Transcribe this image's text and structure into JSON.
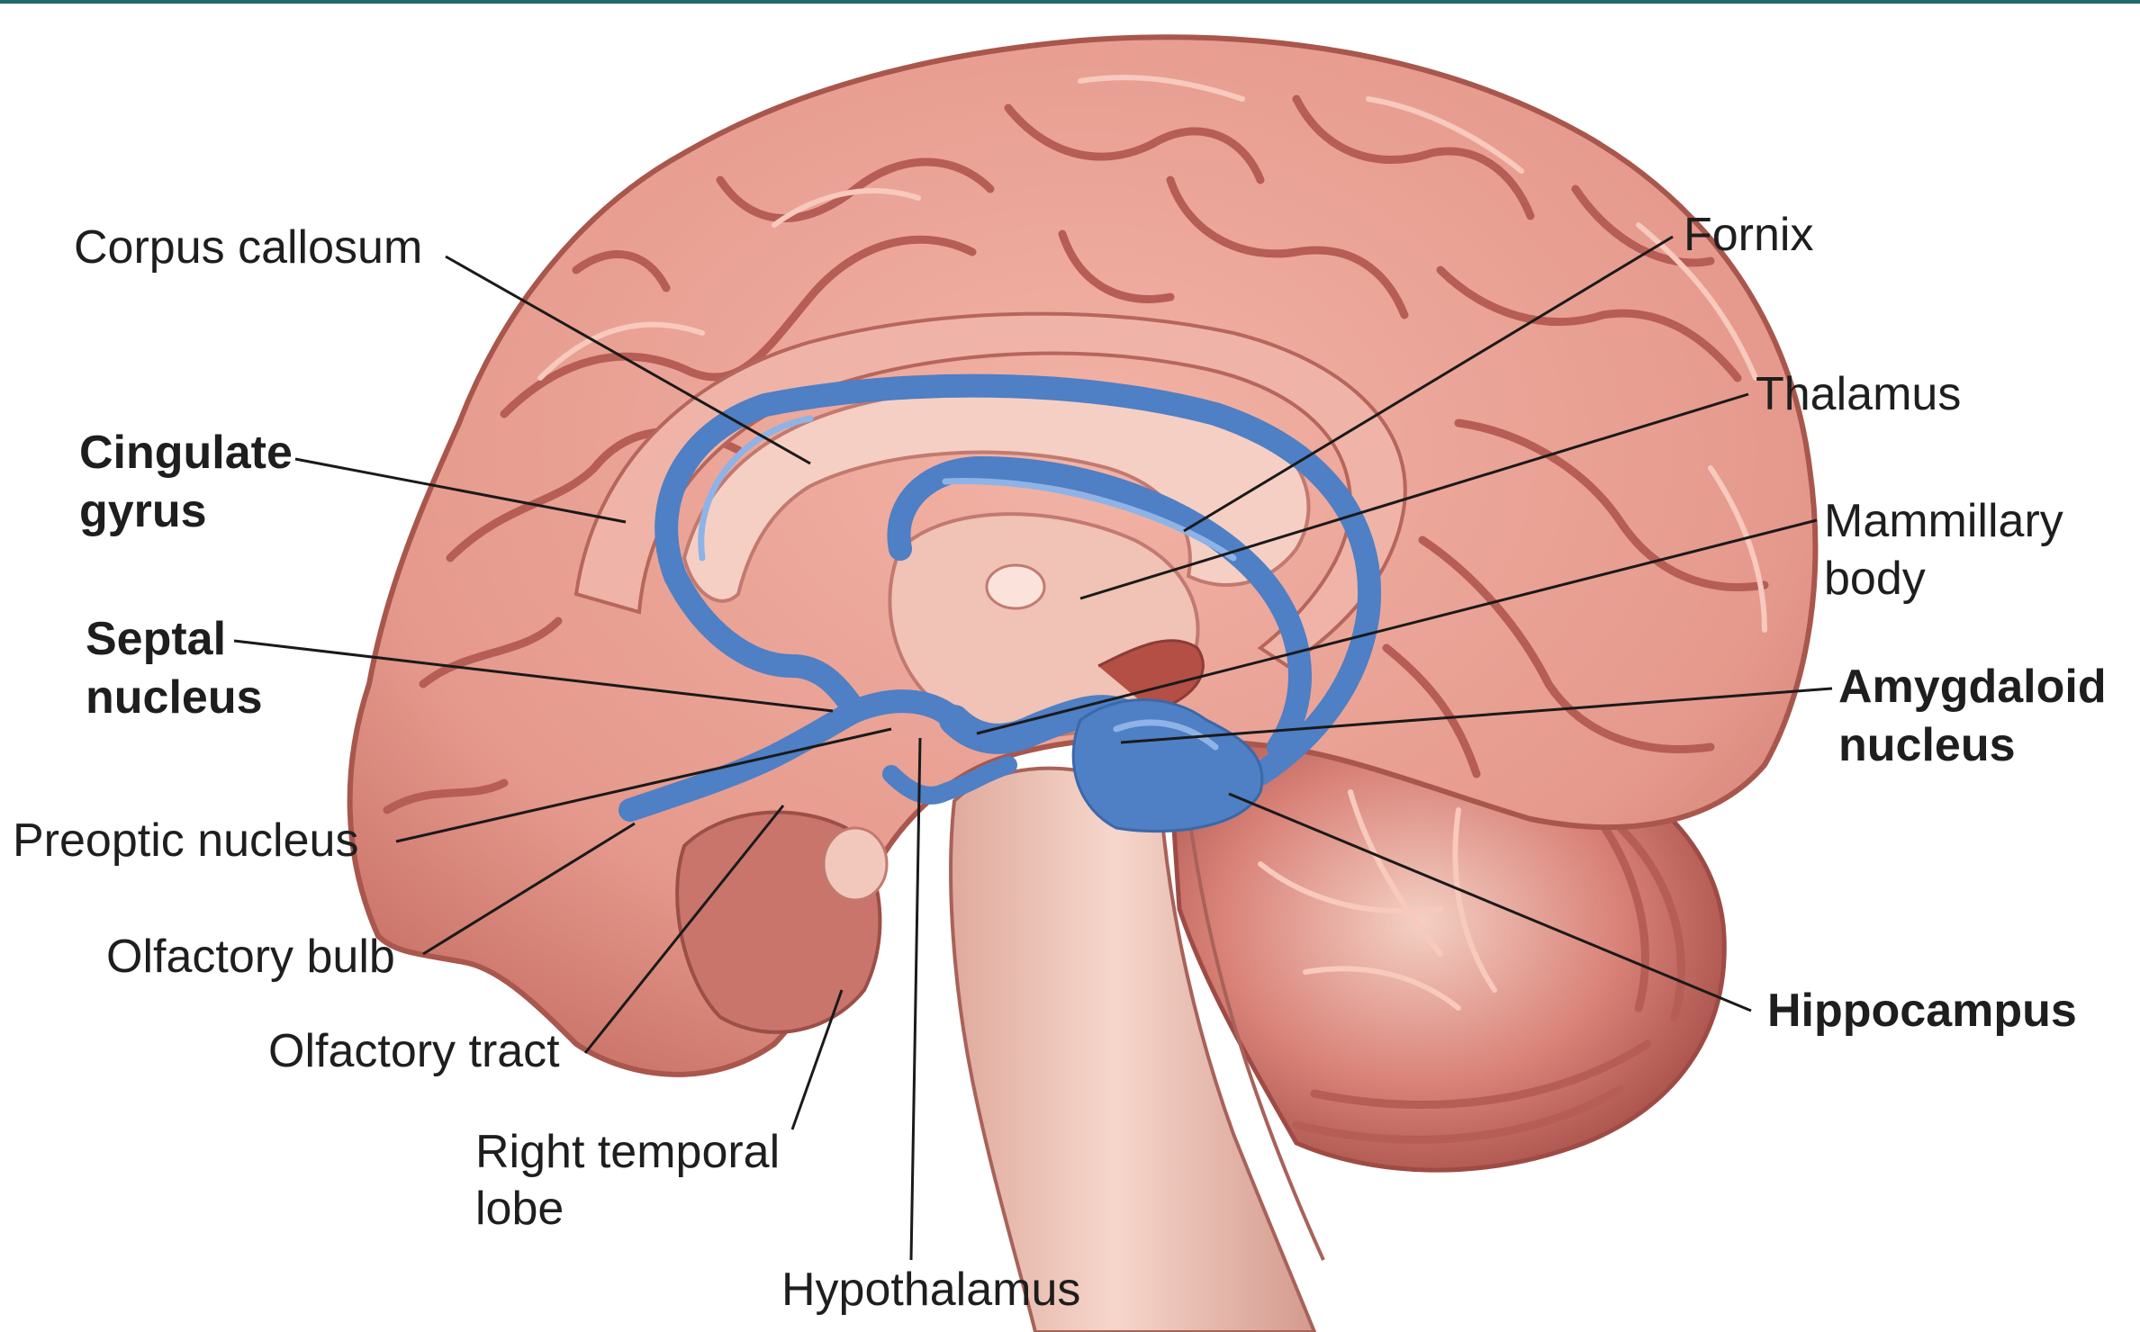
{
  "labels": {
    "corpus_callosum": "Corpus callosum",
    "cingulate_gyrus_line1": "Cingulate",
    "cingulate_gyrus_line2": "gyrus",
    "septal_nucleus_line1": "Septal",
    "septal_nucleus_line2": "nucleus",
    "preoptic_nucleus": "Preoptic nucleus",
    "olfactory_bulb": "Olfactory bulb",
    "olfactory_tract": "Olfactory tract",
    "right_temporal_lobe_line1": "Right temporal",
    "right_temporal_lobe_line2": "lobe",
    "hypothalamus": "Hypothalamus",
    "fornix": "Fornix",
    "thalamus": "Thalamus",
    "mammillary_body_line1": "Mammillary",
    "mammillary_body_line2": "body",
    "amygdaloid_nucleus_line1": "Amygdaloid",
    "amygdaloid_nucleus_line2": "nucleus",
    "hippocampus": "Hippocampus"
  },
  "colors": {
    "cortex": "#e7a194",
    "sulcus": "#b65d55",
    "limbic_system": "#5b8dd1",
    "inner_structures": "#f1c2b6",
    "brainstem": "#efc8bd",
    "cerebellum": "#c86f67",
    "top_bar": "#1f6a6a"
  }
}
